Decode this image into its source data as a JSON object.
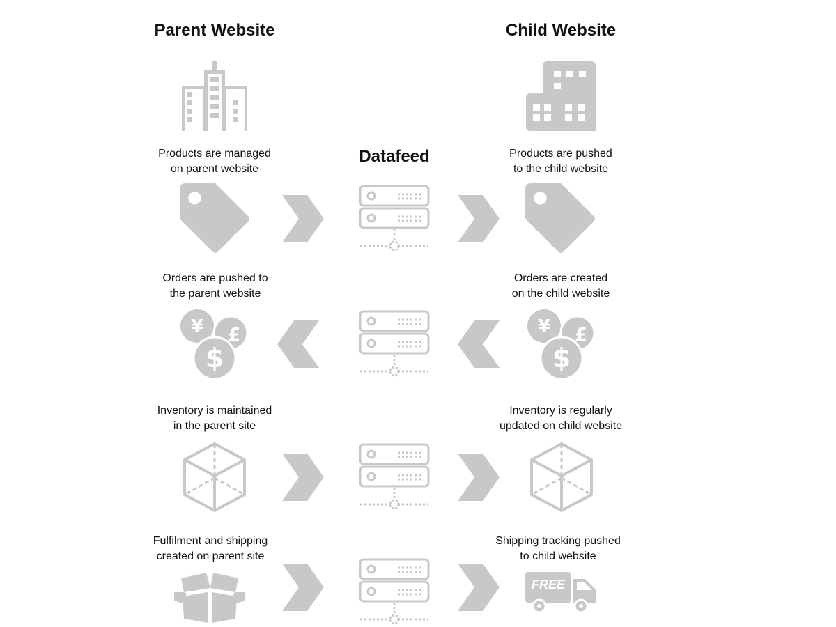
{
  "headers": {
    "parent": "Parent Website",
    "child": "Child Website",
    "datafeed": "Datafeed"
  },
  "rows": [
    {
      "parent_text": [
        "Products are managed",
        "on parent website"
      ],
      "child_text": [
        "Products are pushed",
        "to the child website"
      ],
      "direction": "right",
      "parent_icon": "price-tag-icon",
      "child_icon": "price-tag-icon"
    },
    {
      "parent_text": [
        "Orders are pushed to",
        "the parent website"
      ],
      "child_text": [
        "Orders are created",
        "on the child website"
      ],
      "direction": "left",
      "parent_icon": "currency-coins-icon",
      "child_icon": "currency-coins-icon"
    },
    {
      "parent_text": [
        "Inventory is maintained",
        "in the parent site"
      ],
      "child_text": [
        "Inventory is regularly",
        "updated on child website"
      ],
      "direction": "right",
      "parent_icon": "cube-icon",
      "child_icon": "cube-icon"
    },
    {
      "parent_text": [
        "Fulfilment and shipping",
        "created on parent site"
      ],
      "child_text": [
        "Shipping tracking pushed",
        "to child website"
      ],
      "direction": "right",
      "parent_icon": "open-box-icon",
      "child_icon": "delivery-truck-icon"
    }
  ],
  "truck_label": "FREE",
  "colors": {
    "icon": "#c8c8c8",
    "text": "#111111"
  }
}
